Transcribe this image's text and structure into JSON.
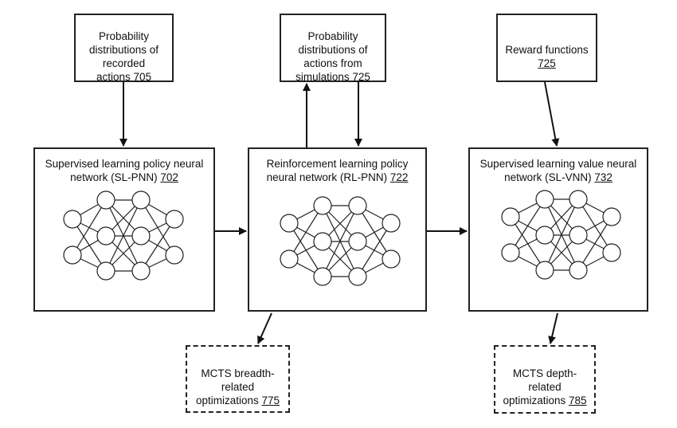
{
  "inputs": {
    "recorded": {
      "text": "Probability distributions of recorded actions",
      "ref": "705"
    },
    "simulations": {
      "text": "Probability distributions of actions from simulations",
      "ref": "725"
    },
    "reward": {
      "text": "Reward functions",
      "ref": "725"
    }
  },
  "networks": {
    "sl_pnn": {
      "text": "Supervised learning policy neural network (SL-PNN)",
      "ref": "702"
    },
    "rl_pnn": {
      "text": "Reinforcement learning policy neural network (RL-PNN)",
      "ref": "722"
    },
    "sl_vnn": {
      "text": "Supervised learning value neural network (SL-VNN)",
      "ref": "732"
    }
  },
  "outputs": {
    "breadth": {
      "text": "MCTS breadth-related optimizations",
      "ref": "775"
    },
    "depth": {
      "text": "MCTS depth-related optimizations",
      "ref": "785"
    }
  }
}
